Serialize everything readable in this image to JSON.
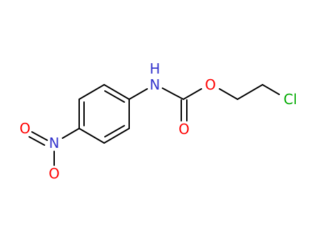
{
  "molecule": {
    "atoms": {
      "nitrogen_amine_h": "H",
      "nitrogen_amine": "N",
      "oxygen_ester": "O",
      "oxygen_carbonyl": "O",
      "chlorine": "Cl",
      "oxygen_nitro_top": "O",
      "nitrogen_nitro": "N",
      "oxygen_nitro_bottom": "O"
    },
    "colors": {
      "bond": "#000000",
      "nitrogen": "#3333cc",
      "oxygen": "#ff0000",
      "chlorine": "#00aa00"
    }
  }
}
